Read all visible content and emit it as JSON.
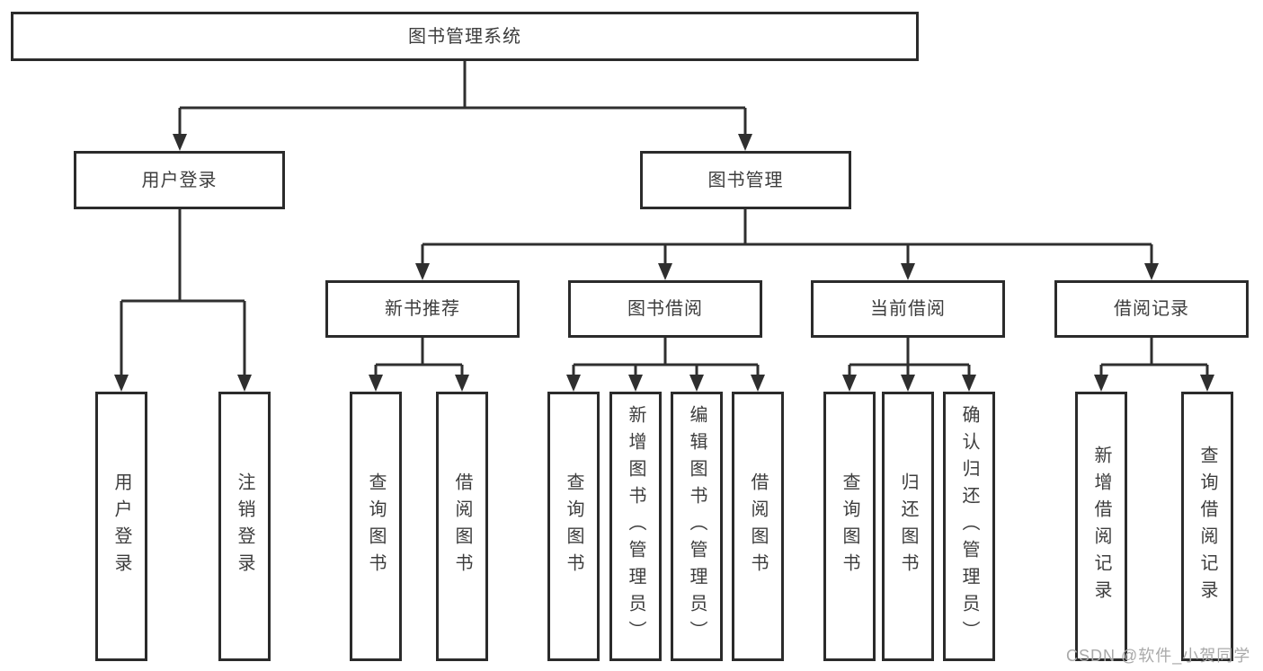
{
  "watermark": {
    "text": "CSDN @软件_小贺同学",
    "color": "#a9a9a9"
  },
  "colors": {
    "background": "#ffffff",
    "line": "#2f2f2f",
    "box_border": "#2b2b2b",
    "box_fill": "#ffffff",
    "label_text": "#3d3d3d"
  },
  "diagram": {
    "type": "tree",
    "root": {
      "label": "图书管理系统",
      "children": [
        {
          "label": "用户登录",
          "children": [
            {
              "label": "用户登录"
            },
            {
              "label": "注销登录"
            }
          ]
        },
        {
          "label": "图书管理",
          "children": [
            {
              "label": "新书推荐",
              "children": [
                {
                  "label": "查询图书"
                },
                {
                  "label": "借阅图书"
                }
              ]
            },
            {
              "label": "图书借阅",
              "children": [
                {
                  "label": "查询图书"
                },
                {
                  "label": "新增图书（管理员）"
                },
                {
                  "label": "编辑图书（管理员）"
                },
                {
                  "label": "借阅图书"
                }
              ]
            },
            {
              "label": "当前借阅",
              "children": [
                {
                  "label": "查询图书"
                },
                {
                  "label": "归还图书"
                },
                {
                  "label": "确认归还（管理员）"
                }
              ]
            },
            {
              "label": "借阅记录",
              "children": [
                {
                  "label": "新增借阅记录"
                },
                {
                  "label": "查询借阅记录"
                }
              ]
            }
          ]
        }
      ]
    }
  }
}
